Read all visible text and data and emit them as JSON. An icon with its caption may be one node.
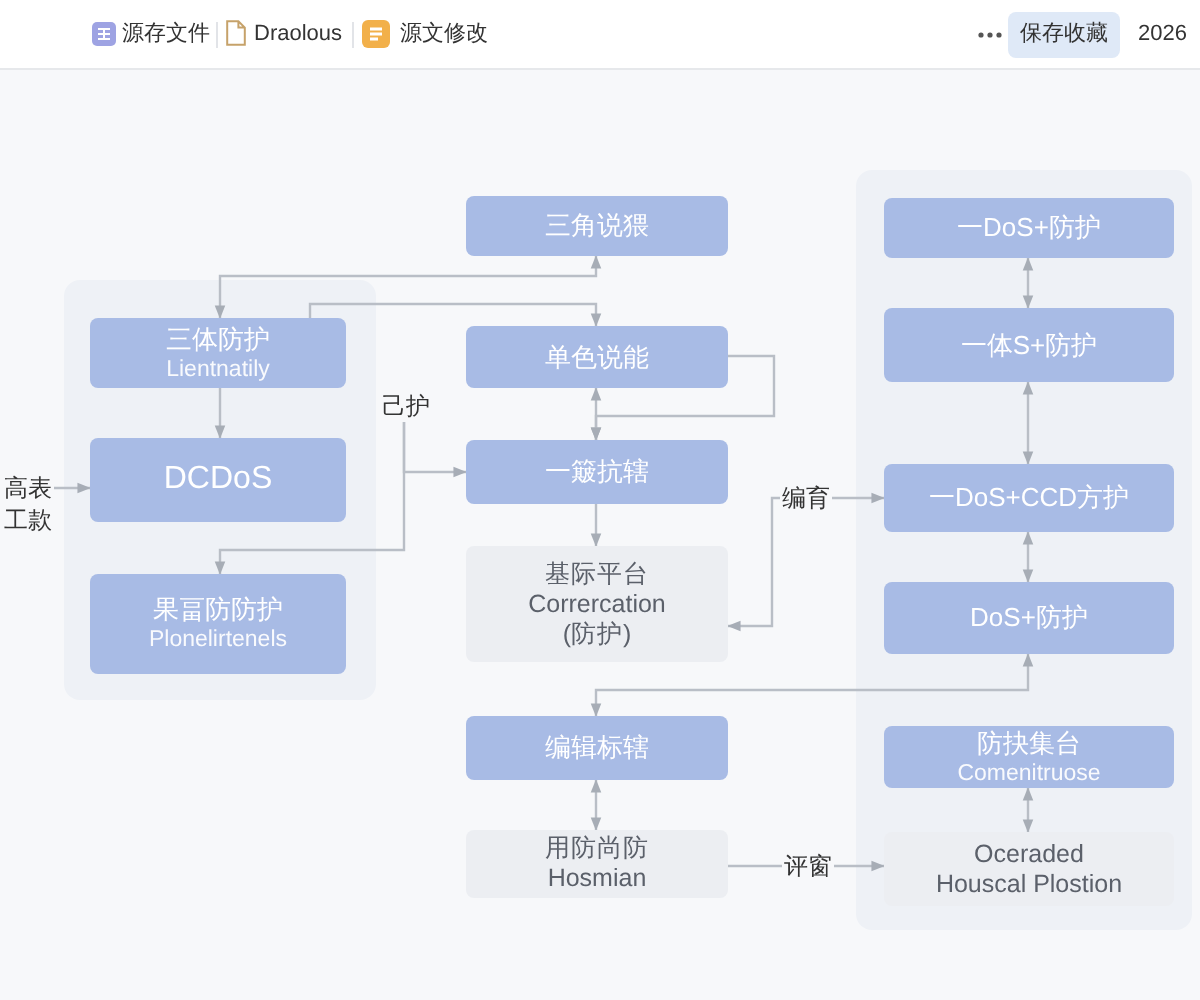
{
  "diagram": {
    "nodes": [
      {
        "text": [],
        "shape": "box"
      },
      {
        "text": [
          "三体防护",
          "Lientnatily"
        ],
        "in": 0
      },
      {
        "text": [
          "DCDoS"
        ],
        "in": 0
      },
      {
        "text": [
          "果畐防防护",
          "Plonelirtenels"
        ],
        "in": 0
      },
      {
        "text": [
          "高表工款"
        ]
      },
      {
        "text": [
          "己护"
        ]
      },
      {
        "text": [
          "三角说猥"
        ]
      },
      {
        "text": [
          "单色说能"
        ]
      },
      {
        "text": [
          "一簸抗辖"
        ]
      },
      {
        "text": [
          "基际平台",
          "Corrercation (防护)"
        ]
      },
      {
        "text": [
          "编育"
        ]
      },
      {
        "text": [
          "编辑标辖"
        ]
      },
      {
        "text": [
          "用防尚防",
          "Hosmian"
        ]
      },
      {
        "text": [
          "评窗"
        ]
      },
      {
        "text": [],
        "shape": "box"
      },
      {
        "text": [
          "一DoS+防护"
        ],
        "in": 14
      },
      {
        "text": [
          "一体S+防护"
        ],
        "in": 14
      },
      {
        "text": [
          "一DoS+CCD方护"
        ],
        "in": 14
      },
      {
        "text": [
          "DoS+防护"
        ],
        "in": 14
      },
      {
        "text": [
          "防抉集台",
          "Comenitruose"
        ],
        "in": 14
      },
      {
        "text": [
          "Oceraded",
          "Houscal Plostion"
        ],
        "in": 14
      }
    ],
    "edges": [
      {
        "from": 6,
        "to": 1,
        "arrow": "both"
      },
      {
        "from": 1,
        "to": 7,
        "arrow": "to"
      },
      {
        "from": 1,
        "to": 2,
        "arrow": "to"
      },
      {
        "from": 4,
        "to": 2,
        "arrow": "to"
      },
      {
        "from": 5,
        "to": 8,
        "arrow": "to"
      },
      {
        "from": 5,
        "to": 3,
        "arrow": "to"
      },
      {
        "from": 7,
        "to": 8,
        "arrow": "both"
      },
      {
        "from": 7,
        "to": 8,
        "arrow": "to"
      },
      {
        "from": 8,
        "to": 9,
        "arrow": "to"
      },
      {
        "from": 10,
        "to": 17,
        "arrow": "to"
      },
      {
        "from": 10,
        "to": 9,
        "arrow": "to"
      },
      {
        "from": 15,
        "to": 16,
        "arrow": "both"
      },
      {
        "from": 16,
        "to": 17,
        "arrow": "both"
      },
      {
        "from": 17,
        "to": 18,
        "arrow": "both"
      },
      {
        "from": 11,
        "to": 18,
        "arrow": "both"
      },
      {
        "from": 11,
        "to": 12,
        "arrow": "both"
      },
      {
        "from": 12,
        "to": 13,
        "arrow": "none"
      },
      {
        "from": 13,
        "to": 20,
        "arrow": "to"
      },
      {
        "from": 19,
        "to": 20,
        "arrow": "both"
      }
    ],
    "labels": [
      "源存文件",
      "Draolous",
      "源文修改",
      "保存收藏",
      "2026"
    ]
  }
}
